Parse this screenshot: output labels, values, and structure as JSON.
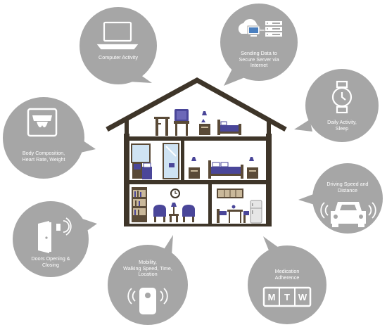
{
  "colors": {
    "bubble": "#a6a6a6",
    "house_wall": "#3e3529",
    "house_bg": "#ffffff",
    "furniture_accent": "#4a4699",
    "wood": "#5a4a37",
    "icon": "#ffffff"
  },
  "bubbles": [
    {
      "icon": "laptop-icon",
      "label": "Computer Activity"
    },
    {
      "icon": "server-upload-icon",
      "label_lines": [
        "Sending Data to",
        "Secure Server via",
        "Internet"
      ]
    },
    {
      "icon": "smartwatch-icon",
      "label_lines": [
        "Daily Activity,",
        "Sleep"
      ]
    },
    {
      "icon": "car-sensor-icon",
      "label_lines": [
        "Driving Speed and",
        "Distance"
      ]
    },
    {
      "icon": "pillbox-icon",
      "label_lines": [
        "Medication",
        "Adherence"
      ],
      "pill_days": [
        "M",
        "T",
        "W"
      ]
    },
    {
      "icon": "motion-sensor-icon",
      "label_lines": [
        "Mobility,",
        "Walking Speed, Time,",
        "Location"
      ]
    },
    {
      "icon": "door-sensor-icon",
      "label_lines": [
        "Doors Opening &",
        "Closing"
      ]
    },
    {
      "icon": "scale-icon",
      "label_lines": [
        "Body Composition,",
        "Heart Rate, Weight"
      ]
    }
  ]
}
